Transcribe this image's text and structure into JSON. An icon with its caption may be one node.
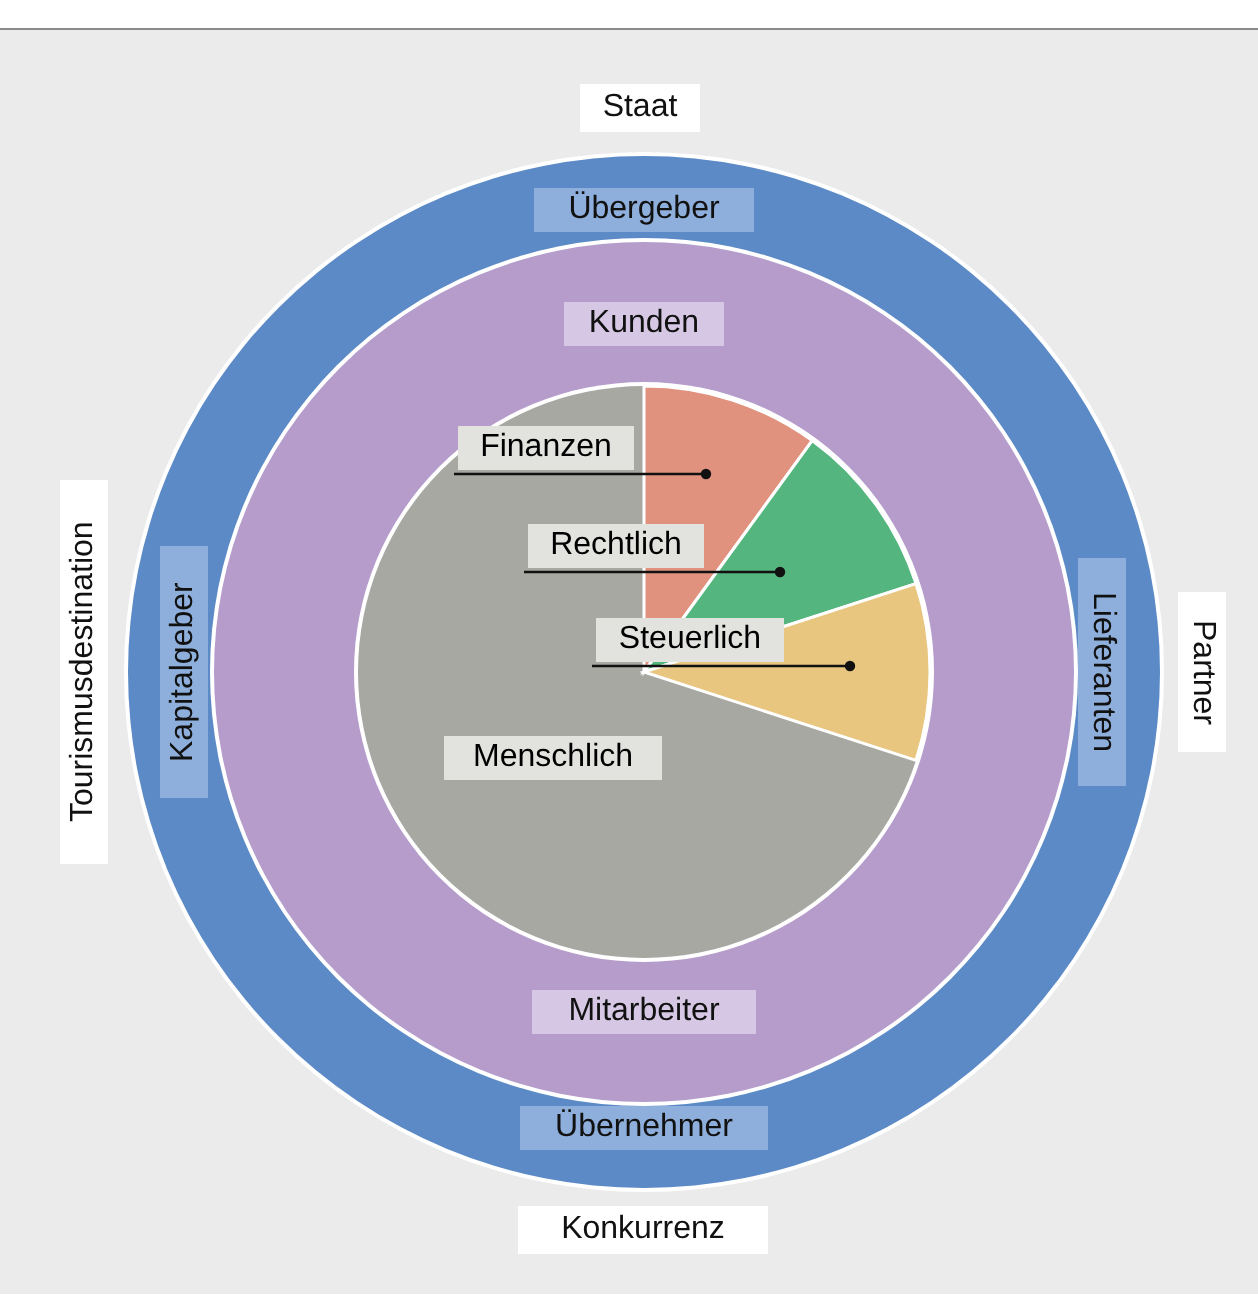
{
  "diagram": {
    "nodes": [
      {
        "text": [
          "Übergeber",
          "Kapitalgeber",
          "Lieferanten",
          "Übernehmer"
        ]
      },
      {
        "text": [
          "Kunden",
          "Mitarbeiter"
        ],
        "in": 0
      },
      {
        "text": [],
        "shape": "circle",
        "in": 1
      },
      {
        "text": [],
        "shape": "wedge",
        "in": 2
      },
      {
        "text": [],
        "shape": "wedge",
        "in": 2
      },
      {
        "text": [],
        "shape": "wedge",
        "in": 2
      },
      {
        "text": [
          "Finanzen"
        ],
        "in": 2
      },
      {
        "text": [
          "Rechtlich"
        ],
        "in": 2
      },
      {
        "text": [
          "Steuerlich"
        ],
        "in": 2
      },
      {
        "text": [
          "Menschlich"
        ],
        "in": 2
      }
    ],
    "edges": [
      {
        "from": 6,
        "to": 3,
        "arrow": "other"
      },
      {
        "from": 7,
        "to": 4,
        "arrow": "other"
      },
      {
        "from": 8,
        "to": 5,
        "arrow": "other"
      }
    ],
    "labels": [
      "Staat",
      "Tourismusdestination",
      "Partner",
      "Konkurrenz"
    ]
  }
}
